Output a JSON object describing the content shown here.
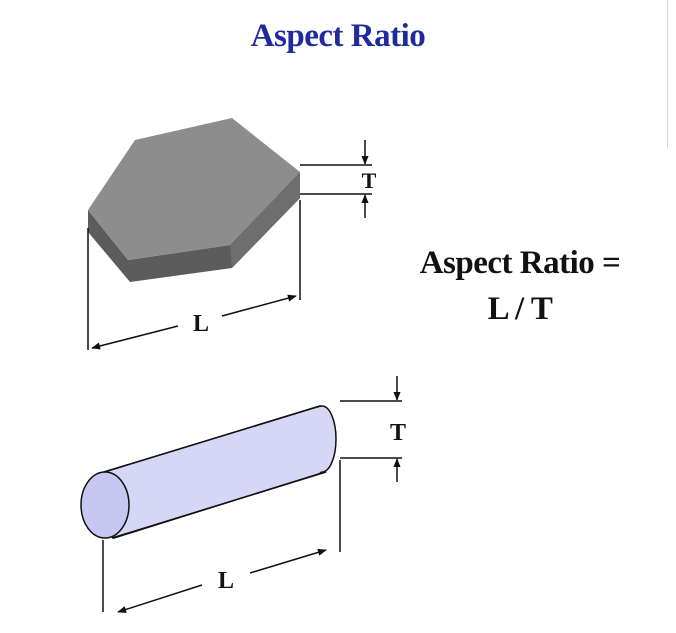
{
  "title": "Aspect Ratio",
  "formula": {
    "line1": "Aspect Ratio =",
    "line2": "L / T"
  },
  "hexagon": {
    "length_label": "L",
    "thickness_label": "T"
  },
  "cylinder": {
    "length_label": "L",
    "thickness_label": "T"
  },
  "colors": {
    "title": "#1f2a9e",
    "hex_top": "#8a8a8a",
    "hex_side": "#5a5a5a",
    "cylinder_body": "#d6d6f7",
    "cylinder_end": "#c7c7f2"
  }
}
